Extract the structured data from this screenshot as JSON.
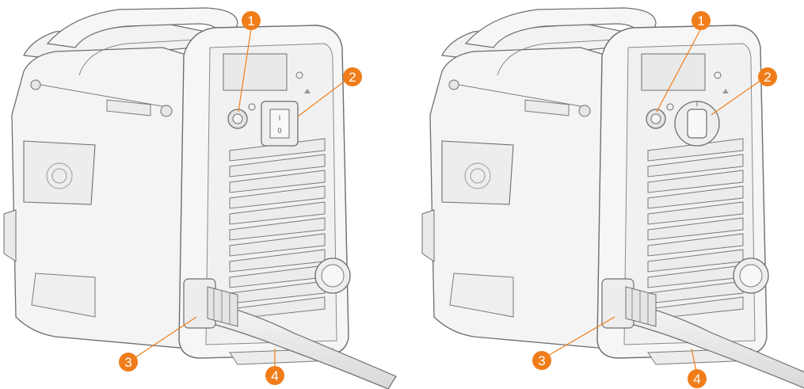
{
  "colors": {
    "callout": "#f07d1a",
    "outline": "#6e6e6e",
    "body_fill": "#f4f4f4",
    "shade": "#e2e2e2"
  },
  "figures": [
    {
      "name": "left-unit",
      "switch_marks": {
        "on": "I",
        "off": "0"
      },
      "callouts": [
        "1",
        "2",
        "3",
        "4"
      ]
    },
    {
      "name": "right-unit",
      "callouts": [
        "1",
        "2",
        "3",
        "4"
      ]
    }
  ]
}
